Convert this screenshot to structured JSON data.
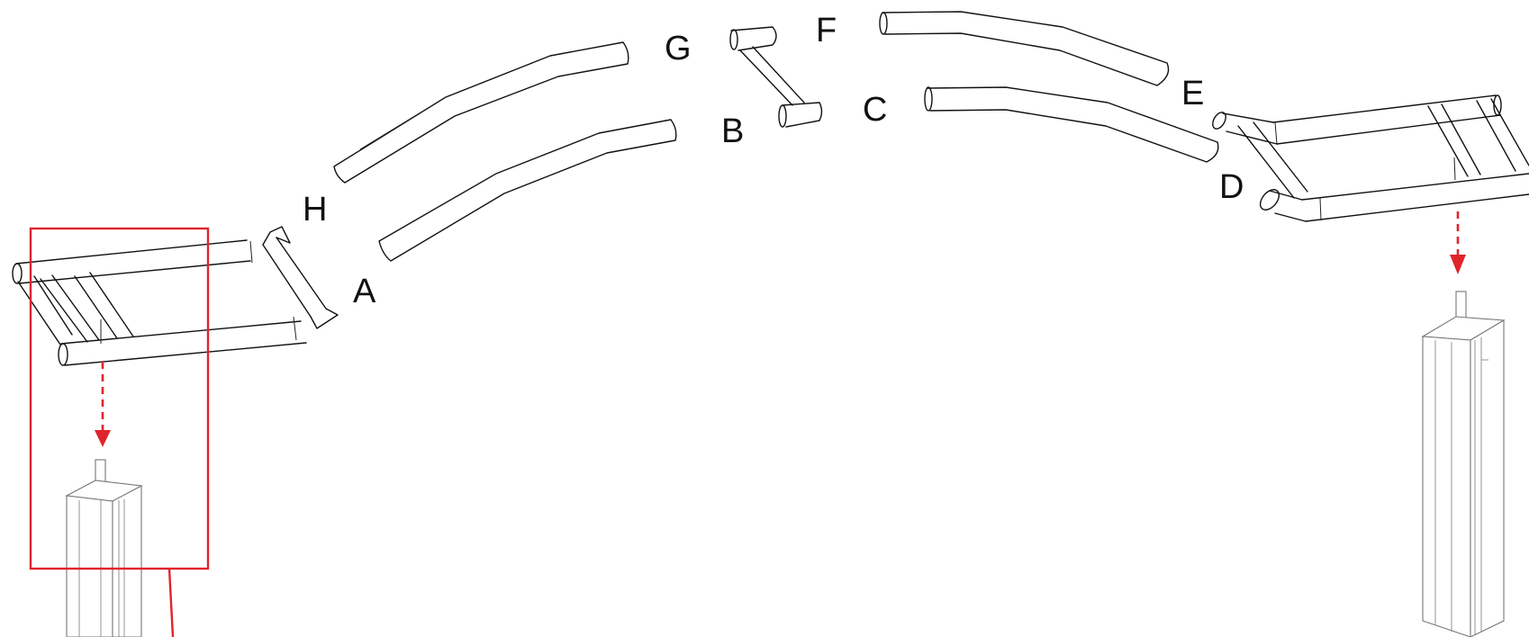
{
  "labels": {
    "A": "A",
    "B": "B",
    "C": "C",
    "D": "D",
    "E": "E",
    "F": "F",
    "G": "G",
    "H": "H"
  },
  "colors": {
    "line": "#111111",
    "post_outline": "#777777",
    "highlight": "#e0242b",
    "background": "#ffffff"
  }
}
